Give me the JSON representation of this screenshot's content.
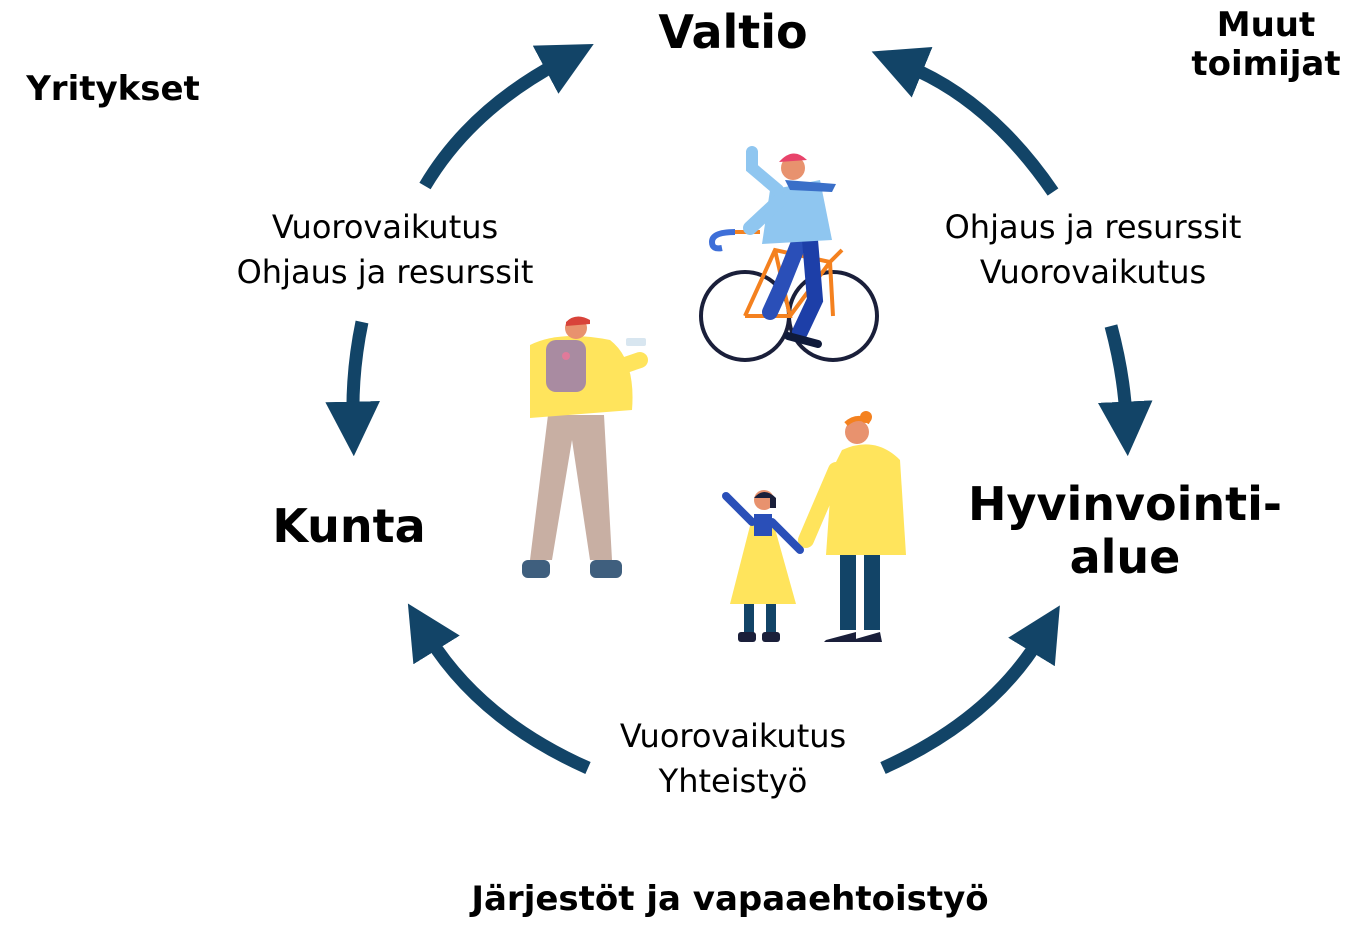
{
  "nodes": {
    "valtio": "Valtio",
    "kunta": "Kunta",
    "hyvinvointialue": [
      "Hyvinvointi-",
      "alue"
    ]
  },
  "context": {
    "yritykset": "Yritykset",
    "muut_toimijat": [
      "Muut",
      "toimijat"
    ],
    "jarjestot": "Järjestöt ja vapaaehtoistyö"
  },
  "edges": {
    "left": [
      "Vuorovaikutus",
      "Ohjaus ja resurssit"
    ],
    "right": [
      "Ohjaus ja resurssit",
      "Vuorovaikutus"
    ],
    "bottom": [
      "Vuorovaikutus",
      "Yhteistyö"
    ]
  },
  "colors": {
    "arrow": "#124467",
    "yellow": "#FFE45C",
    "blue": "#1D3FA8",
    "light_blue": "#8FC6F0",
    "orange": "#F4811F",
    "beige": "#C8AFA3",
    "mauve": "#A98BA1"
  },
  "icons": [
    "cyclist-illustration",
    "backpacker-illustration",
    "parent-child-illustration"
  ]
}
